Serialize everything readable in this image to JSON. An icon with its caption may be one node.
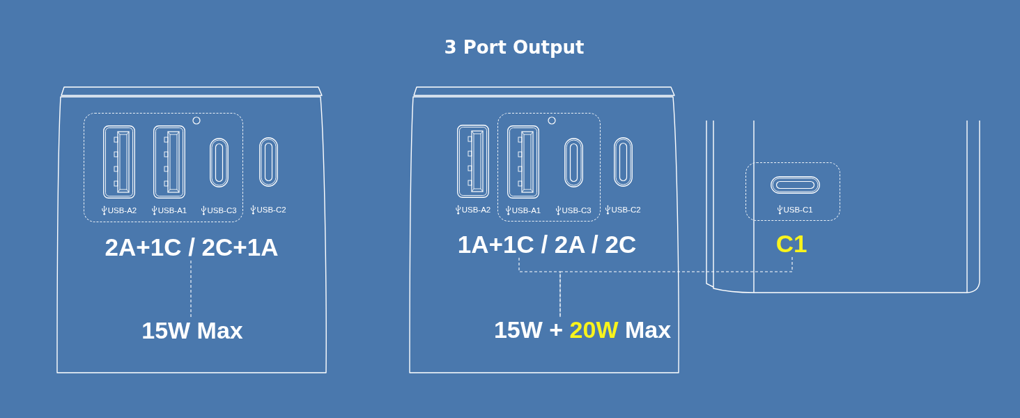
{
  "diagram": {
    "title": "3 Port Output",
    "nodes": [
      {
        "text": [],
        "shape": "picture"
      },
      {
        "text": [],
        "shape": "box",
        "in": 0
      },
      {
        "text": [
          "USB-A2"
        ],
        "in": 1
      },
      {
        "text": [
          "USB-A1"
        ],
        "in": 1
      },
      {
        "text": [
          "USB-C3"
        ],
        "in": 1
      },
      {
        "text": [
          "USB-C2"
        ],
        "in": 0
      },
      {
        "text": [
          "2A+1C / 2C+1A"
        ],
        "in": 0
      },
      {
        "text": [
          "15W Max"
        ],
        "in": 0
      },
      {
        "text": [],
        "shape": "picture"
      },
      {
        "text": [
          "USB-A2"
        ],
        "in": 8
      },
      {
        "text": [],
        "shape": "box",
        "in": 8
      },
      {
        "text": [
          "USB-A1"
        ],
        "in": 10
      },
      {
        "text": [
          "USB-C3"
        ],
        "in": 10
      },
      {
        "text": [
          "USB-C2"
        ],
        "in": 8
      },
      {
        "text": [
          "1A+1C / 2A / 2C"
        ],
        "in": 8
      },
      {
        "text": [
          "15W + **20W** Max"
        ],
        "in": 8
      },
      {
        "text": [],
        "shape": "picture"
      },
      {
        "text": [],
        "shape": "box",
        "in": 16
      },
      {
        "text": [
          "USB-C1"
        ],
        "in": 17
      },
      {
        "text": [
          "C1"
        ],
        "in": 16
      }
    ],
    "edges": [
      {
        "from": 6,
        "to": 7,
        "arrow": "none",
        "style": "dashed"
      },
      {
        "from": 14,
        "to": 15,
        "arrow": "none",
        "style": "dashed"
      },
      {
        "from": 19,
        "to": 15,
        "arrow": "none",
        "style": "dashed"
      }
    ]
  }
}
